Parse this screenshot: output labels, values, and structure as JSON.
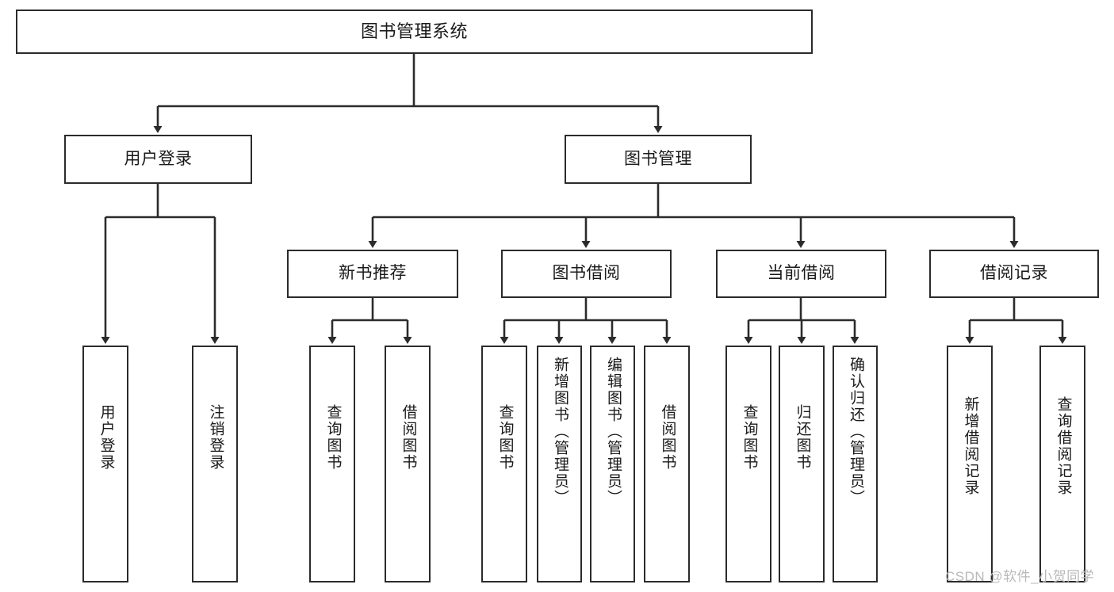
{
  "diagram": {
    "title": "图书管理系统",
    "type": "tree",
    "orientation": "top-down",
    "theme": {
      "background": "#ffffff",
      "box_border": "#2b2b2b",
      "box_fill": "#ffffff",
      "text": "#1a1a1a",
      "connector": "#2b2b2b",
      "watermark": "#b9b9b9"
    },
    "root": {
      "label": "图书管理系统"
    },
    "level2": [
      {
        "label": "用户登录"
      },
      {
        "label": "图书管理"
      }
    ],
    "level3": [
      {
        "label": "新书推荐"
      },
      {
        "label": "图书借阅"
      },
      {
        "label": "当前借阅"
      },
      {
        "label": "借阅记录"
      }
    ],
    "leaves": {
      "user_login": [
        {
          "label": "用户登录"
        },
        {
          "label": "注销登录"
        }
      ],
      "new_book_recommend": [
        {
          "label": "查询图书"
        },
        {
          "label": "借阅图书"
        }
      ],
      "book_borrow": [
        {
          "label": "查询图书"
        },
        {
          "label": "新增图书（管理员）"
        },
        {
          "label": "编辑图书（管理员）"
        },
        {
          "label": "借阅图书"
        }
      ],
      "current_borrow": [
        {
          "label": "查询图书"
        },
        {
          "label": "归还图书"
        },
        {
          "label": "确认归还（管理员）"
        }
      ],
      "borrow_record": [
        {
          "label": "新增借阅记录"
        },
        {
          "label": "查询借阅记录"
        }
      ]
    }
  },
  "watermark": {
    "text": "CSDN @软件_小贺同学"
  }
}
